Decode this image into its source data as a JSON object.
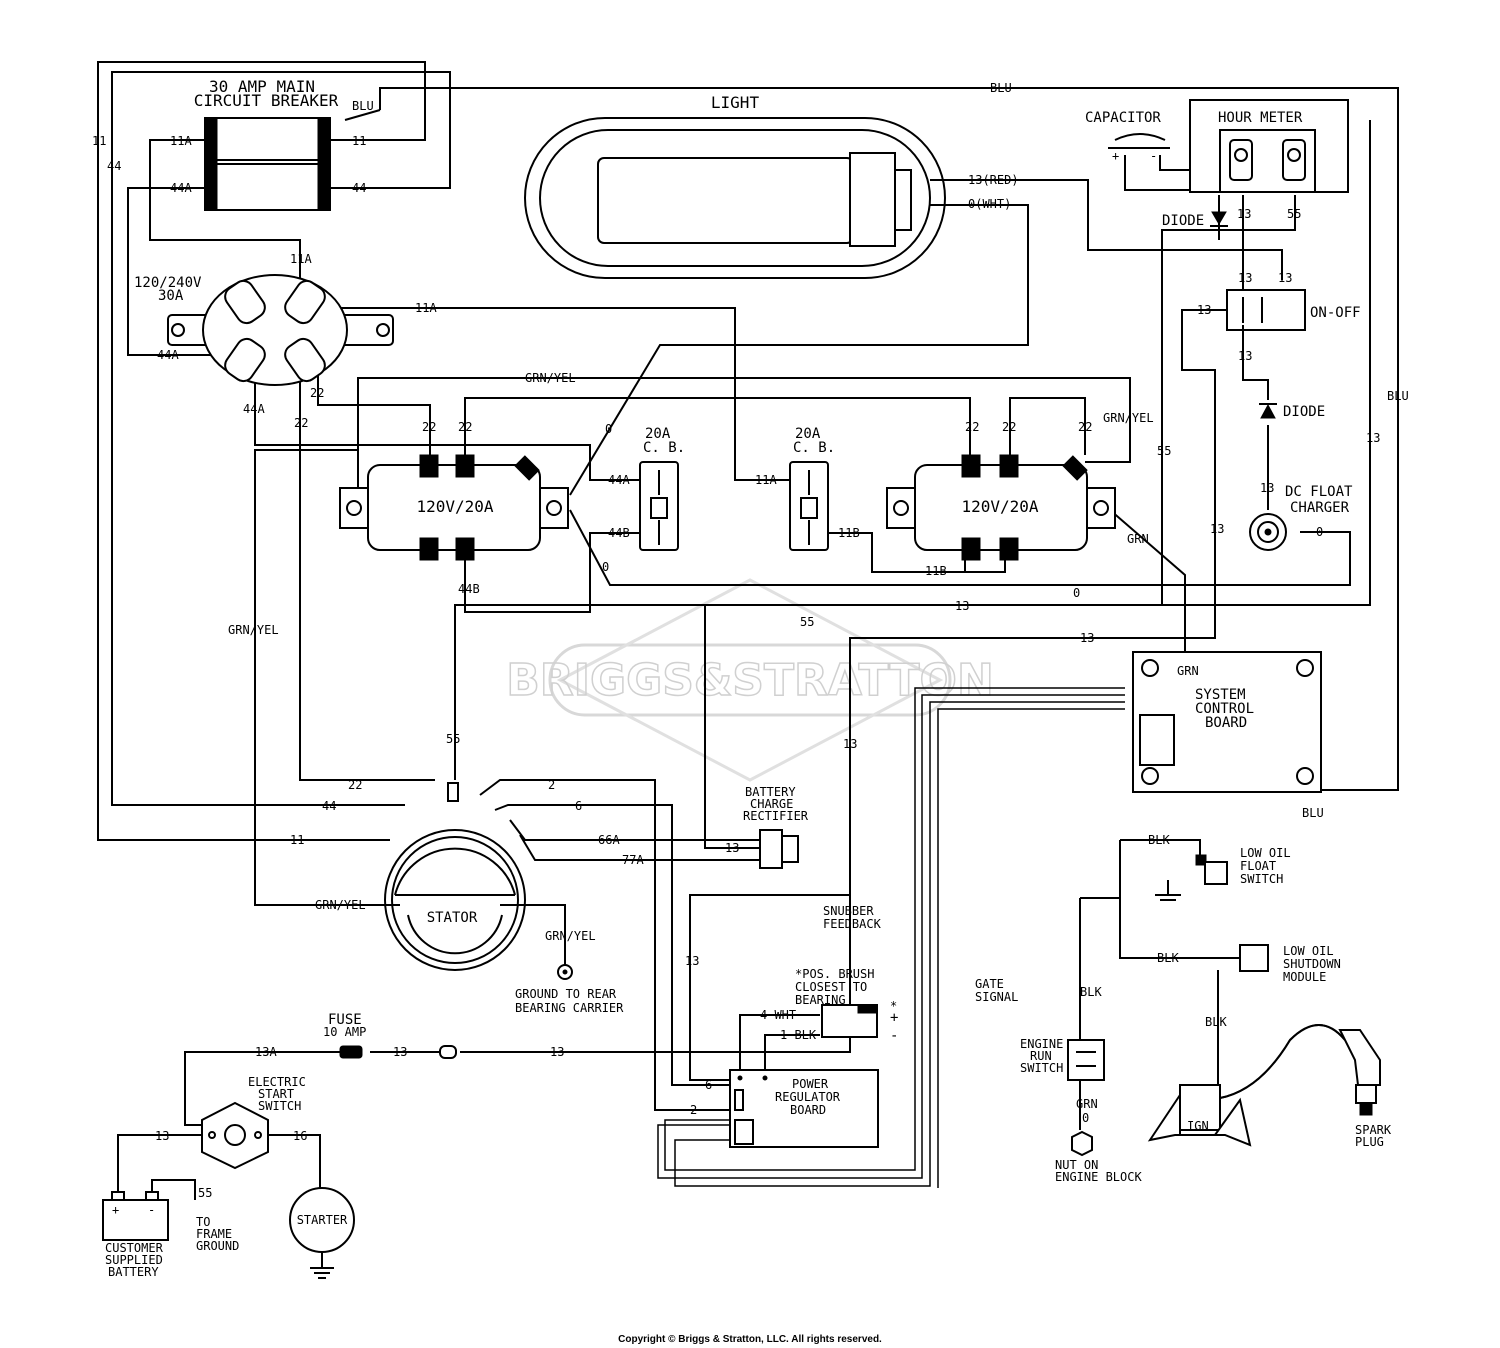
{
  "components": {
    "main_breaker": [
      "30 AMP MAIN",
      "CIRCUIT BREAKER"
    ],
    "light": "LIGHT",
    "capacitor": "CAPACITOR",
    "hour_meter": "HOUR METER",
    "receptacle_240": [
      "120/240V",
      "30A"
    ],
    "diode_top": "DIODE",
    "diode_bottom": "DIODE",
    "on_off": "ON-OFF",
    "dc_float": [
      "DC FLOAT",
      "CHARGER"
    ],
    "cb_20a": [
      "20A",
      "C. B."
    ],
    "cb_20a_2": [
      "20A",
      "C. B."
    ],
    "receptacle_120": "120V/20A",
    "receptacle_120_2": "120V/20A",
    "system_board": [
      "SYSTEM",
      "CONTROL",
      "BOARD"
    ],
    "battery_rectifier": [
      "BATTERY",
      "CHARGE",
      "RECTIFIER"
    ],
    "stator": "STATOR",
    "ground_rear": [
      "GROUND TO REAR",
      "BEARING CARRIER"
    ],
    "fuse": [
      "FUSE",
      "10 AMP"
    ],
    "start_switch": [
      "ELECTRIC",
      "START",
      "SWITCH"
    ],
    "battery": [
      "CUSTOMER",
      "SUPPLIED",
      "BATTERY"
    ],
    "frame_ground": [
      "TO",
      "FRAME",
      "GROUND"
    ],
    "starter": "STARTER",
    "power_board": [
      "POWER",
      "REGULATOR",
      "BOARD"
    ],
    "brush_note": [
      "*POS. BRUSH",
      "CLOSEST TO",
      "BEARING"
    ],
    "snubber": [
      "SNUBBER",
      "FEEDBACK"
    ],
    "gate": [
      "GATE",
      "SIGNAL"
    ],
    "low_oil_float": [
      "LOW OIL",
      "FLOAT",
      "SWITCH"
    ],
    "low_oil_module": [
      "LOW OIL",
      "SHUTDOWN",
      "MODULE"
    ],
    "engine_run": [
      "ENGINE",
      "RUN",
      "SWITCH"
    ],
    "nut_engine": [
      "NUT ON",
      "ENGINE BLOCK"
    ],
    "spark_plug": [
      "SPARK",
      "PLUG"
    ],
    "ign": "IGN"
  },
  "wire_labels": {
    "blu": "BLU",
    "w11": "11",
    "w44": "44",
    "w11a": "11A",
    "w44a": "44A",
    "w44b": "44B",
    "w11b": "11B",
    "w22": "22",
    "w13": "13",
    "w13a": "13A",
    "w55": "55",
    "w2": "2",
    "w6": "6",
    "w66a": "66A",
    "w77a": "77A",
    "w16": "16",
    "w0": "0",
    "grnyel": "GRN/YEL",
    "grn": "GRN",
    "blk": "BLK",
    "red": "13(RED)",
    "wht": "0(WHT)",
    "wht4": "4 WHT",
    "blk1": "1 BLK",
    "plus": "+",
    "minus": "-",
    "star": "*"
  },
  "watermark": "BRIGGS&STRATTON",
  "copyright": "Copyright © Briggs & Stratton, LLC. All rights reserved."
}
